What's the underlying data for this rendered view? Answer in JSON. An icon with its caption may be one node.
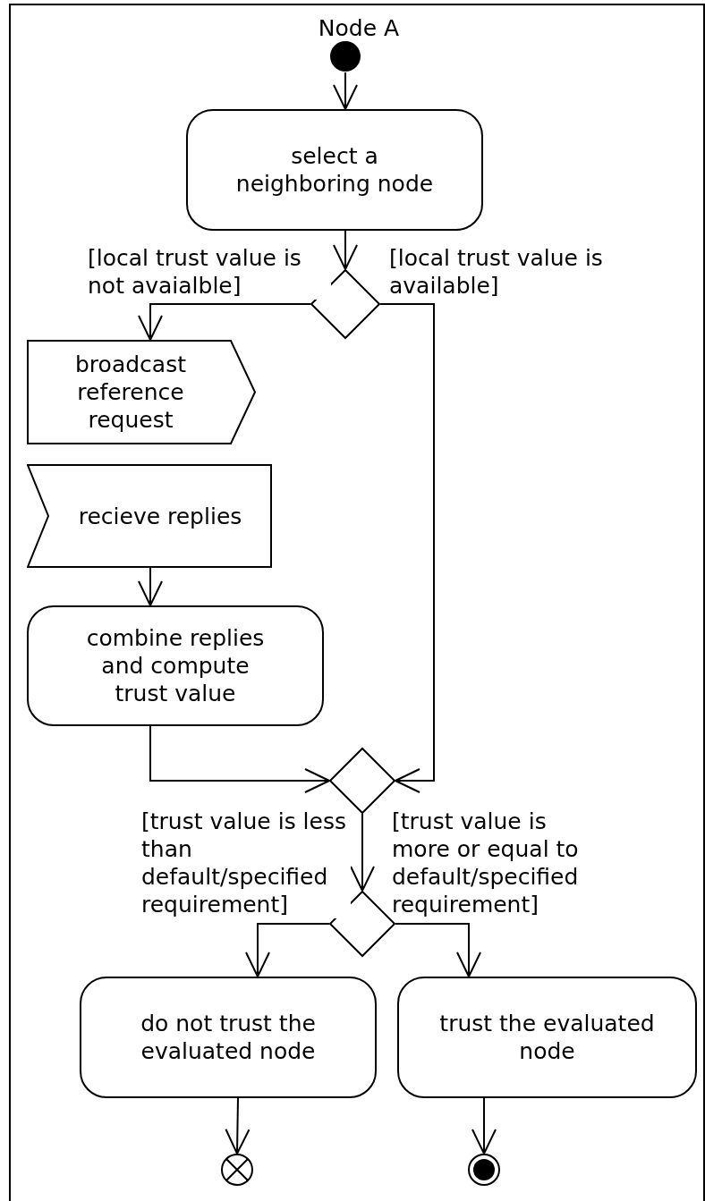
{
  "diagram": {
    "nodes": [
      {
        "text": [
          "Node A"
        ]
      },
      {
        "text": [],
        "shape": "circle",
        "in": 0
      },
      {
        "text": [
          "select a neighboring node"
        ],
        "in": 0
      },
      {
        "text": [],
        "shape": "diamond",
        "in": 0
      },
      {
        "text": [
          "broadcast reference request"
        ],
        "in": 0
      },
      {
        "text": [
          "recieve replies"
        ],
        "in": 0
      },
      {
        "text": [
          "combine replies and compute trust value"
        ],
        "in": 0
      },
      {
        "text": [],
        "shape": "diamond",
        "in": 0
      },
      {
        "text": [],
        "shape": "diamond",
        "in": 0
      },
      {
        "text": [
          "do not trust the evaluated node"
        ],
        "in": 0
      },
      {
        "text": [
          "trust the evaluated node"
        ],
        "in": 0
      },
      {
        "text": [],
        "shape": "circle",
        "in": 0
      },
      {
        "text": [],
        "shape": "circle",
        "in": 0
      }
    ],
    "edges": [
      {
        "from": 1,
        "to": 2,
        "arrow": "to"
      },
      {
        "from": 2,
        "to": 3,
        "arrow": "to"
      },
      {
        "from": 3,
        "to": 4,
        "arrow": "to",
        "label": "[local trust value is not avaialble]"
      },
      {
        "from": 3,
        "to": 7,
        "arrow": "to",
        "label": "[local trust value is available]"
      },
      {
        "from": 5,
        "to": 6,
        "arrow": "to"
      },
      {
        "from": 6,
        "to": 7,
        "arrow": "to"
      },
      {
        "from": 7,
        "to": 8,
        "arrow": "to"
      },
      {
        "from": 8,
        "to": 9,
        "arrow": "to",
        "label": "[trust value is less than default/specified requirement]"
      },
      {
        "from": 8,
        "to": 10,
        "arrow": "to",
        "label": "[trust value is more or equal to default/specified requirement]"
      },
      {
        "from": 9,
        "to": 11,
        "arrow": "to"
      },
      {
        "from": 10,
        "to": 12,
        "arrow": "to"
      }
    ]
  }
}
